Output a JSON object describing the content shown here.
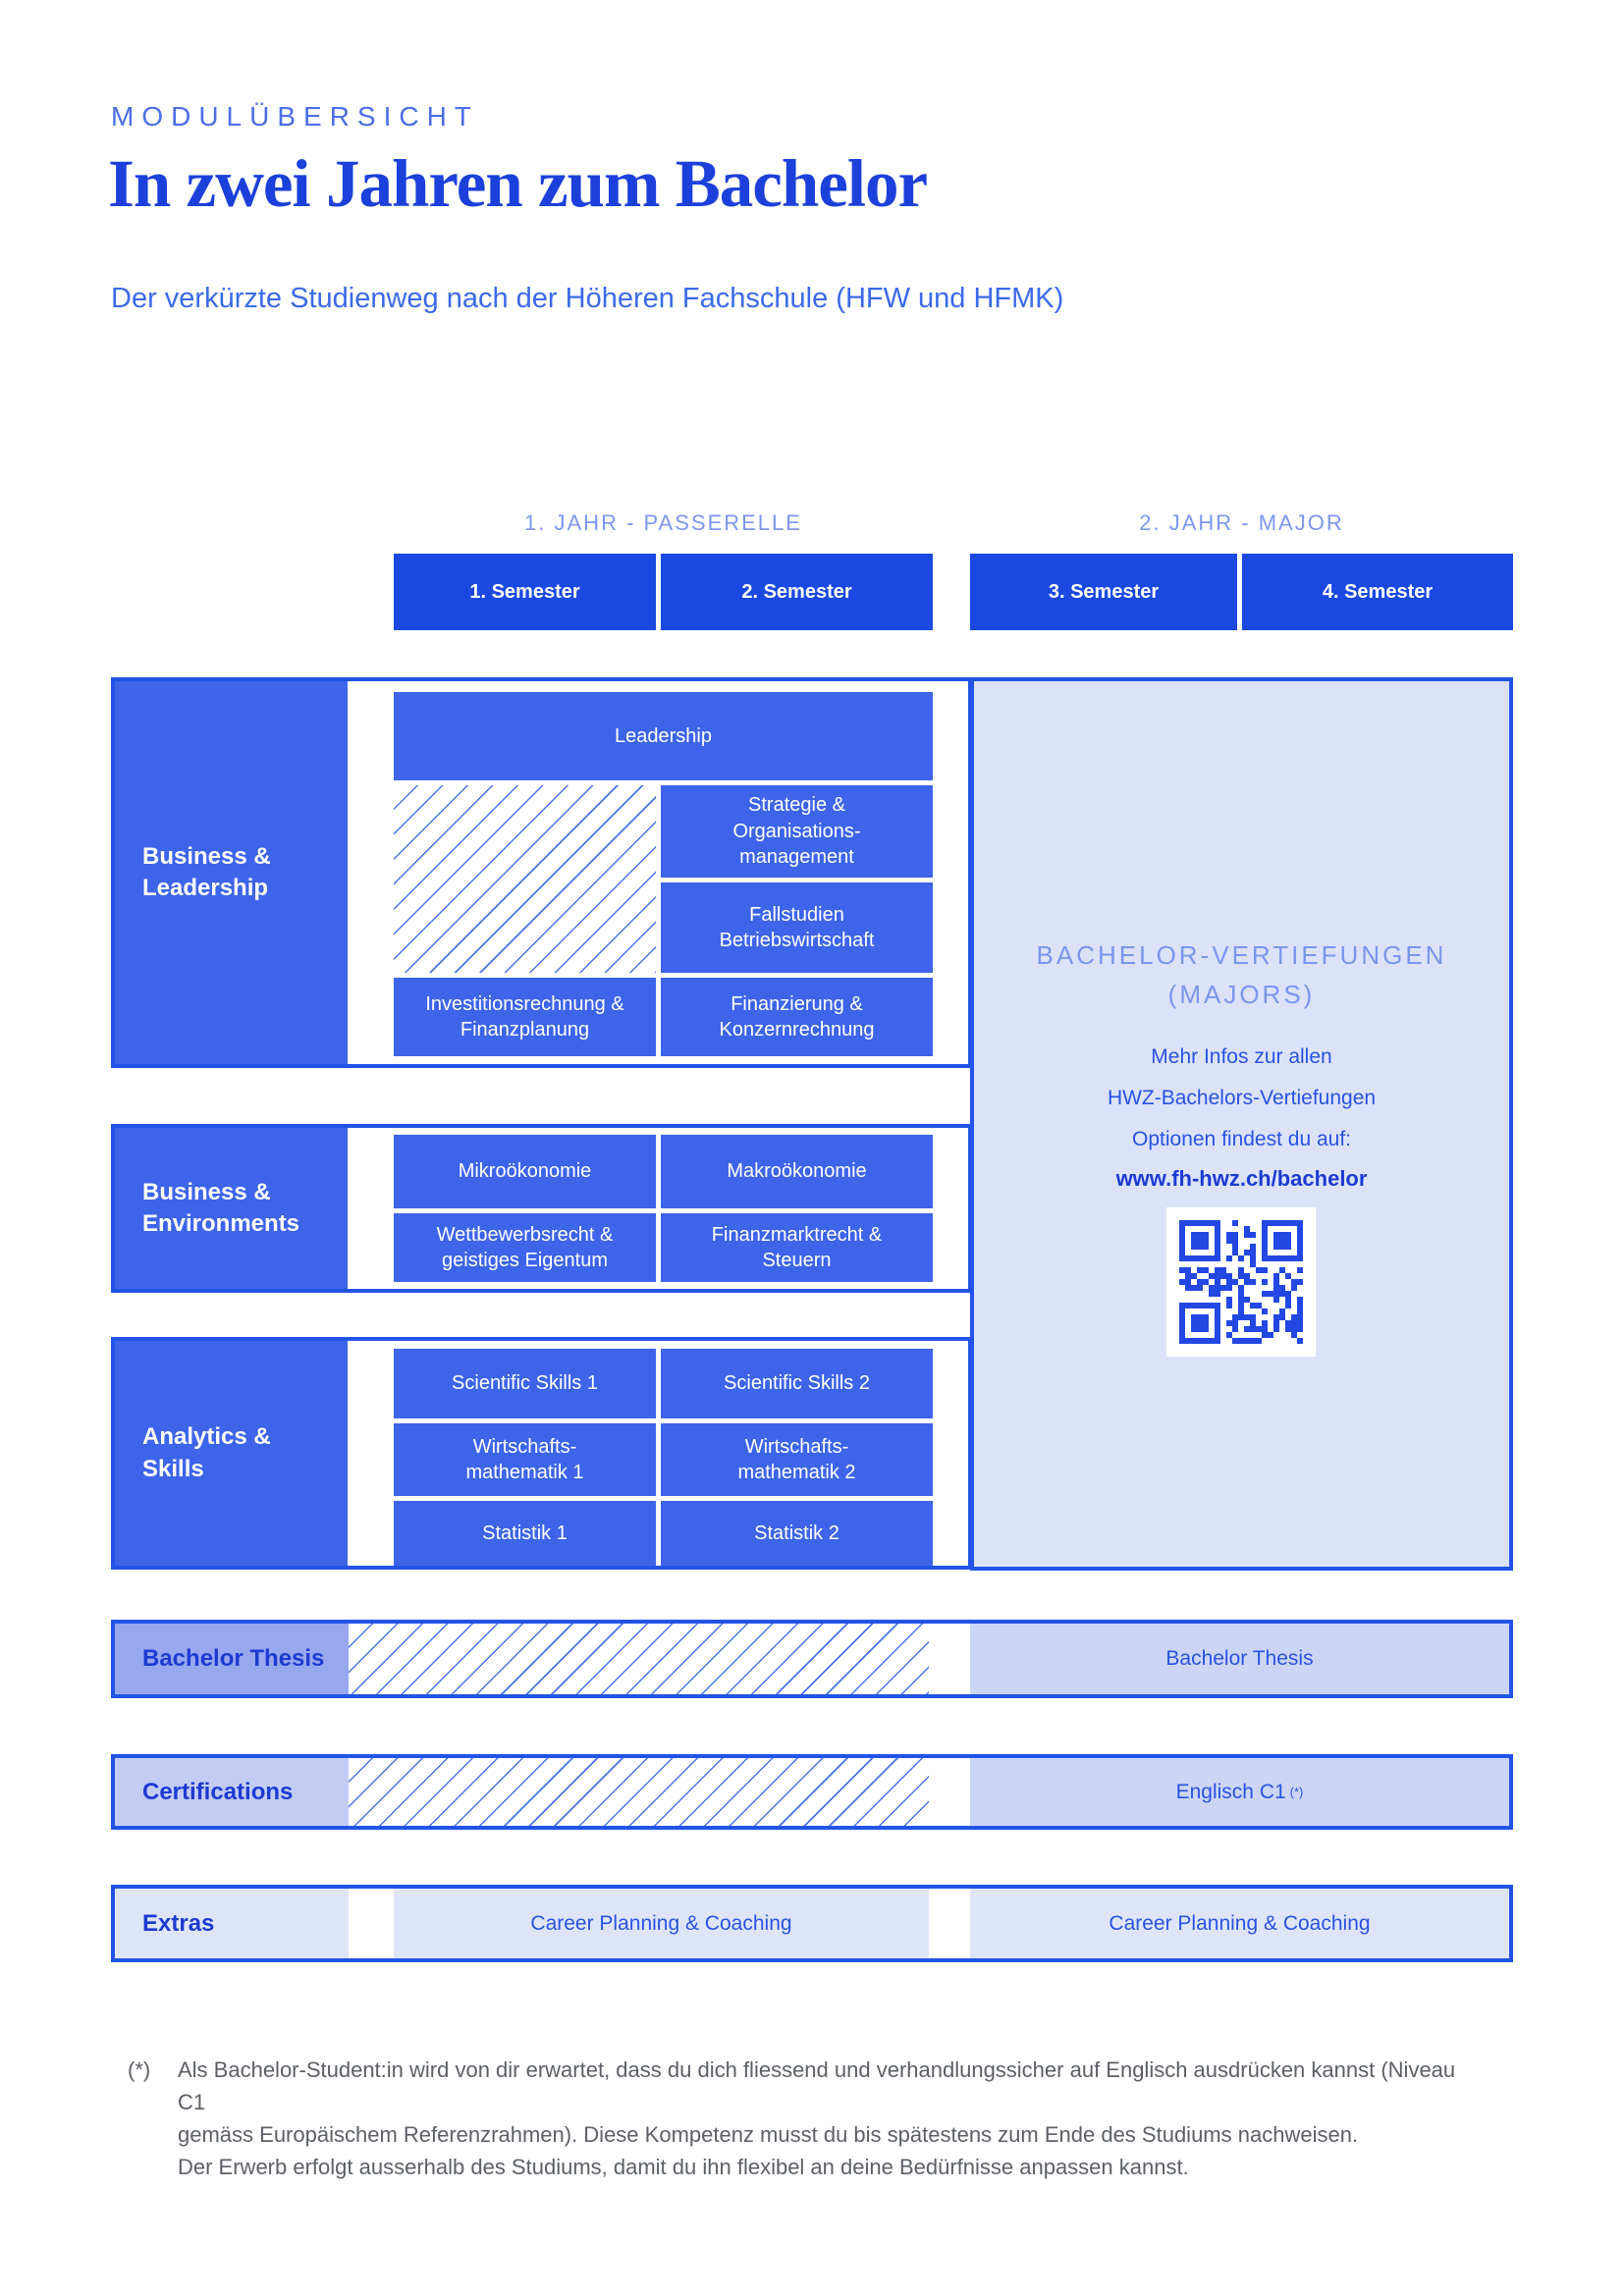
{
  "header": {
    "eyebrow": "MODULÜBERSICHT",
    "title": "In zwei Jahren zum Bachelor",
    "subtitle": "Der verkürzte Studienweg nach der Höheren Fachschule (HFW und HFMK)"
  },
  "timeline": {
    "year1": "1. JAHR - PASSERELLE",
    "year2": "2. JAHR - MAJOR",
    "semester1": "1. Semester",
    "semester2": "2. Semester",
    "semester3": "3. Semester",
    "semester4": "4. Semester"
  },
  "sections": {
    "business_leadership": {
      "label": "Business &\nLeadership",
      "leadership": "Leadership",
      "strategie": "Strategie &\nOrganisations-\nmanagement",
      "fallstudien": "Fallstudien\nBetriebswirtschaft",
      "investition": "Investitionsrechnung &\nFinanzplanung",
      "finanzierung": "Finanzierung &\nKonzernrechnung"
    },
    "business_environments": {
      "label": "Business &\nEnvironments",
      "mikro": "Mikroökonomie",
      "makro": "Makroökonomie",
      "wettbewerb": "Wettbewerbsrecht &\ngeistiges Eigentum",
      "finanzmarkt": "Finanzmarktrecht &\nSteuern"
    },
    "analytics_skills": {
      "label": "Analytics &\nSkills",
      "sci1": "Scientific Skills 1",
      "sci2": "Scientific Skills 2",
      "wim1": "Wirtschafts-\nmathematik 1",
      "wim2": "Wirtschafts-\nmathematik 2",
      "stat1": "Statistik 1",
      "stat2": "Statistik 2"
    }
  },
  "majors_panel": {
    "heading": "BACHELOR-VERTIEFUNGEN\n(MAJORS)",
    "info": "Mehr Infos zur allen\nHWZ-Bachelors-Vertiefungen\nOptionen findest du auf:",
    "url": "www.fh-hwz.ch/bachelor"
  },
  "rows": {
    "thesis": {
      "label": "Bachelor Thesis",
      "right": "Bachelor Thesis"
    },
    "certifications": {
      "label": "Certifications",
      "right": "Englisch C1",
      "right_note": "(*)"
    },
    "extras": {
      "label": "Extras",
      "mid": "Career Planning & Coaching",
      "right": "Career Planning & Coaching"
    }
  },
  "footnote": {
    "marker": "(*)",
    "text": "Als Bachelor-Student:in wird von dir erwartet, dass du dich fliessend und verhandlungssicher auf Englisch ausdrücken kannst (Niveau C1\ngemäss Europäischem Referenzrahmen). Diese Kompetenz musst du bis spätestens zum Ende des Studiums nachweisen.\nDer Erwerb erfolgt ausserhalb des Studiums, damit du ihn flexibel an deine Bedürfnisse anpassen kannst."
  },
  "colors": {
    "semester_blue": "#1a48e0",
    "module_blue": "#3d64e9",
    "border_blue": "#2154e6",
    "panel_lavender": "#dce3f8",
    "cell_lavender": "#ccd5f6",
    "extras_lavender": "#dfe5f9",
    "thesis_label_bg": "#98a8ee",
    "cert_label_bg": "#c3cdf4",
    "title_blue": "#1c40da",
    "light_blue_text": "#7b95ee",
    "info_text_blue": "#2a52e2"
  }
}
